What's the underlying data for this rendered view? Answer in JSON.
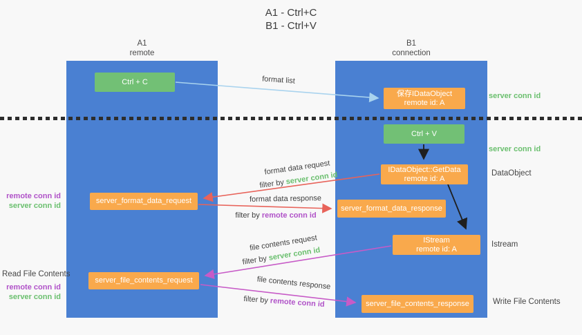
{
  "colors": {
    "bg": "#f8f8f8",
    "column-blue": "#4a80d2",
    "box-green": "#72c075",
    "box-orange": "#f9a94c",
    "arrow-lightblue": "#a9d3ee",
    "arrow-red": "#e8635a",
    "arrow-magenta": "#c75bc7",
    "arrow-black": "#1f1f1f",
    "text-green": "#6abf6e",
    "text-purple": "#b052c8",
    "text-dark": "#3f3f3f"
  },
  "title": {
    "line1": "A1 - Ctrl+C",
    "line2": "B1 - Ctrl+V"
  },
  "columns": {
    "left": {
      "id": "A1",
      "name": "remote"
    },
    "right": {
      "id": "B1",
      "name": "connection"
    }
  },
  "boxes": {
    "ctrl_c": {
      "label": "Ctrl + C"
    },
    "save_dataobject": {
      "line1": "保存IDataObject",
      "line2": "remote id: A"
    },
    "ctrl_v": {
      "label": "Ctrl + V"
    },
    "getdata": {
      "line1": "IDataObject::GetData",
      "line2": "remote id: A"
    },
    "format_request": {
      "label": "server_format_data_request"
    },
    "format_response": {
      "label": "server_format_data_response"
    },
    "istream": {
      "line1": "IStream",
      "line2": "remote id: A"
    },
    "file_request": {
      "label": "server_file_contents_request"
    },
    "file_response": {
      "label": "server_file_contents_response"
    }
  },
  "arrow_labels": {
    "format_list": "format list",
    "format_data_request": "format data request",
    "filter_server_1": {
      "prefix": "filter by ",
      "id": "server conn id"
    },
    "format_data_response": "format data response",
    "filter_remote_1": {
      "prefix": "filter by ",
      "id": "remote conn id"
    },
    "file_contents_request": "file contents request",
    "filter_server_2": {
      "prefix": "filter by ",
      "id": "server conn id"
    },
    "file_contents_response": "file contents response",
    "filter_remote_2": {
      "prefix": "filter by ",
      "id": "remote conn id"
    }
  },
  "side_labels": {
    "server_conn_top": "server conn id",
    "server_conn_mid": "server conn id",
    "dataobject": "DataObject",
    "istream": "Istream",
    "write_file_contents": "Write File Contents",
    "read_file_contents": "Read File Contents",
    "left_group1": {
      "remote": "remote conn id",
      "server": "server conn id"
    },
    "left_group2": {
      "remote": "remote conn id",
      "server": "server conn id"
    }
  }
}
